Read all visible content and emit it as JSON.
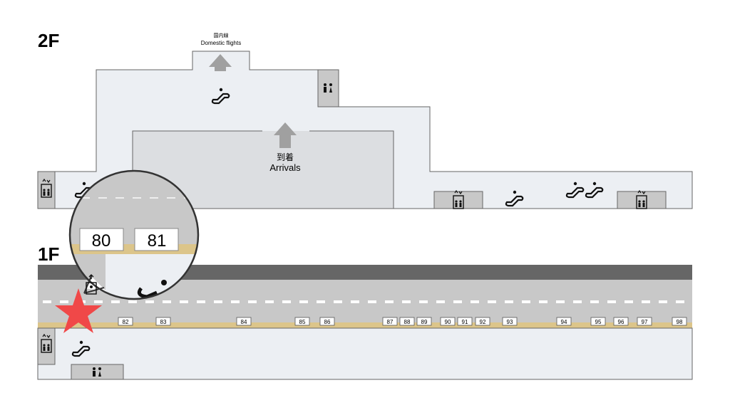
{
  "floors": {
    "upper": "2F",
    "lower": "1F"
  },
  "labels": {
    "domestic_jp": "国内線",
    "domestic_en": "Domestic flights",
    "arrivals_jp": "到着",
    "arrivals_en": "Arrivals"
  },
  "gates": [
    "82",
    "83",
    "84",
    "85",
    "86",
    "87",
    "88",
    "89",
    "90",
    "91",
    "92",
    "93",
    "94",
    "95",
    "96",
    "97",
    "98"
  ],
  "magnifier_gates": [
    "80",
    "81"
  ],
  "colors": {
    "floor": "#eceff3",
    "arrivals_hall": "#dcdee1",
    "road": "#c8c8c8",
    "band": "#666666",
    "curb": "#dcc58a",
    "marker": "#f04848"
  }
}
